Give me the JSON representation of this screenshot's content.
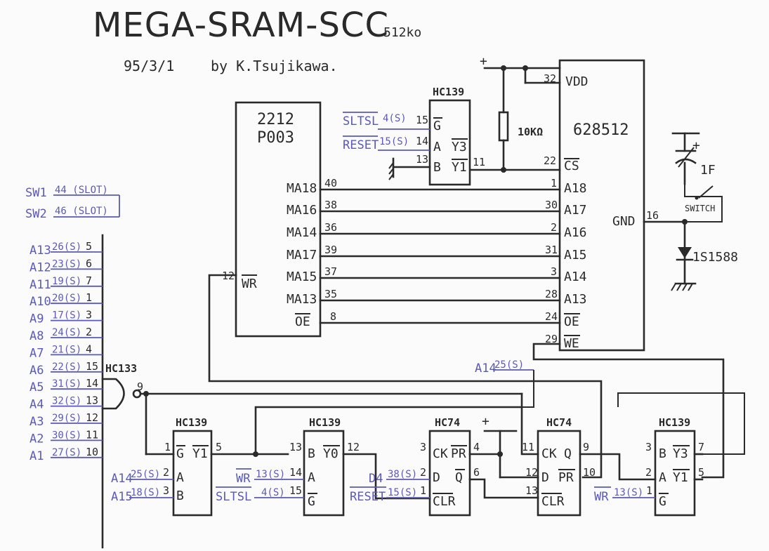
{
  "title": "MEGA-SRAM-SCC",
  "title_suffix": "512ko",
  "date": "95/3/1",
  "author": "by K.Tsujikawa.",
  "chips": {
    "p003_line1": "2212",
    "p003_line2": "P003",
    "sram_name": "628512",
    "hc139_top": "HC139",
    "hc133": "HC133",
    "hc139_a": "HC139",
    "hc139_b": "HC139",
    "hc74_a": "HC74",
    "hc74_b": "HC74",
    "hc139_c": "HC139"
  },
  "p003": {
    "signals": [
      "MA18",
      "MA16",
      "MA14",
      "MA17",
      "MA15",
      "MA13",
      "OE"
    ],
    "pins": [
      "40",
      "38",
      "36",
      "39",
      "37",
      "35",
      "8"
    ],
    "wr_pin": "12",
    "wr_label": "WR"
  },
  "sram": {
    "vdd_pin": "32",
    "vdd_label": "VDD",
    "cs_pin": "22",
    "cs_label": "CS",
    "signals": [
      "A18",
      "A17",
      "A16",
      "A15",
      "A14",
      "A13",
      "OE",
      "WE"
    ],
    "pins": [
      "1",
      "30",
      "2",
      "31",
      "3",
      "28",
      "24",
      "29"
    ],
    "gnd_label": "GND",
    "gnd_pin": "16"
  },
  "resistor": "10KΩ",
  "capacitor": "1F",
  "switch": "SWITCH",
  "diode": "1S1588",
  "plus": "+",
  "hc139_top_pins": {
    "g_in": "SLTSL",
    "g_slot": "4(S)",
    "g_pin": "15",
    "g_label": "G",
    "a_in": "RESET",
    "a_slot": "15(S)",
    "a_pin": "14",
    "a_label": "A",
    "b_pin": "13",
    "b_label": "B",
    "y3_label": "Y3",
    "y1_label": "Y1",
    "y1_pin": "11"
  },
  "switches": [
    {
      "name": "SW1",
      "pin": "44 (SLOT)"
    },
    {
      "name": "SW2",
      "pin": "46 (SLOT)"
    }
  ],
  "address_bus": [
    {
      "name": "A13",
      "slot": "26(S)",
      "pin": "5"
    },
    {
      "name": "A12",
      "slot": "23(S)",
      "pin": "6"
    },
    {
      "name": "A11",
      "slot": "19(S)",
      "pin": "7"
    },
    {
      "name": "A10",
      "slot": "20(S)",
      "pin": "1"
    },
    {
      "name": "A9",
      "slot": "17(S)",
      "pin": "3"
    },
    {
      "name": "A8",
      "slot": "24(S)",
      "pin": "2"
    },
    {
      "name": "A7",
      "slot": "21(S)",
      "pin": "4"
    },
    {
      "name": "A6",
      "slot": "22(S)",
      "pin": "15"
    },
    {
      "name": "A5",
      "slot": "31(S)",
      "pin": "14"
    },
    {
      "name": "A4",
      "slot": "32(S)",
      "pin": "13"
    },
    {
      "name": "A3",
      "slot": "29(S)",
      "pin": "12"
    },
    {
      "name": "A2",
      "slot": "30(S)",
      "pin": "11"
    },
    {
      "name": "A1",
      "slot": "27(S)",
      "pin": "10"
    }
  ],
  "nand_out_pin": "9",
  "hc139_a_pins": {
    "g_pin": "1",
    "g_label": "G",
    "y1_label": "Y1",
    "y1_pin": "5",
    "a_in": "A14",
    "a_slot": "25(S)",
    "a_pin": "2",
    "a_label": "A",
    "b_in": "A15",
    "b_slot": "18(S)",
    "b_pin": "3",
    "b_label": "B"
  },
  "hc139_b_pins": {
    "b_pin": "13",
    "b_label": "B",
    "y0_label": "Y0",
    "y0_pin": "12",
    "a_in": "WR",
    "a_slot": "13(S)",
    "a_pin": "14",
    "a_label": "A",
    "g_in": "SLTSL",
    "g_slot": "4(S)",
    "g_pin": "15",
    "g_label": "G"
  },
  "hc74_a_pins": {
    "ck_pin": "3",
    "ck_label": "CK",
    "pr_label": "PR",
    "pr_pin": "4",
    "d_in": "D4",
    "d_slot": "38(S)",
    "d_pin": "2",
    "d_label": "D",
    "q_label": "Q",
    "q_pin": "6",
    "clr_in": "RESET",
    "clr_slot": "15(S)",
    "clr_pin": "1",
    "clr_label": "CLR"
  },
  "hc74_b_pins": {
    "ck_pin": "11",
    "ck_label": "CK",
    "q_label": "Q",
    "q_pin": "9",
    "d_pin": "12",
    "d_label": "D",
    "pr_label": "PR",
    "pr_pin": "10",
    "clr_pin": "13",
    "clr_label": "CLR"
  },
  "hc139_c_pins": {
    "b_pin": "3",
    "b_label": "B",
    "y3_label": "Y3",
    "y3_pin": "7",
    "a_pin": "2",
    "a_label": "A",
    "y1_label": "Y1",
    "y1_pin": "5",
    "g_in": "WR",
    "g_slot": "13(S)",
    "g_pin": "1",
    "g_label": "G"
  },
  "a14_mid": {
    "label": "A14",
    "slot": "25(S)"
  }
}
